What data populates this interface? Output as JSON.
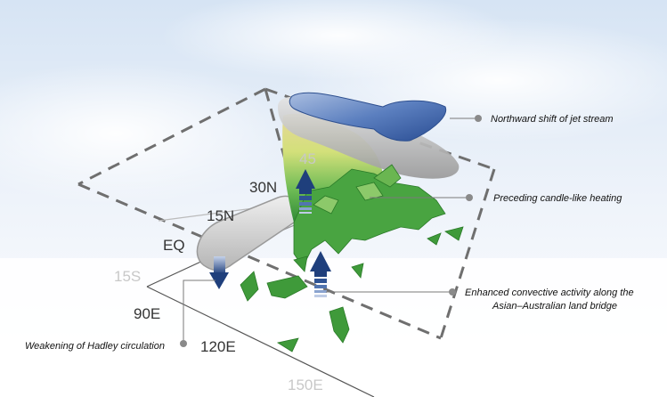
{
  "axis_labels": {
    "lat_45n": "45",
    "lat_30n": "30N",
    "lat_15n": "15N",
    "lat_eq": "EQ",
    "lat_15s": "15S",
    "lon_90e": "90E",
    "lon_120e": "120E",
    "lon_150e": "150E"
  },
  "annotations": {
    "jet_stream": "Northward shift of jet stream",
    "candle_heating": "Preceding candle-like heating",
    "convective_line1": "Enhanced convective activity along the",
    "convective_line2": "Asian–Australian land bridge",
    "hadley": "Weakening of Hadley circulation"
  },
  "colors": {
    "jet_stream": "#3d63a8",
    "land_green": "#3f9a3a",
    "heating_yellow": "#d9d46a",
    "hadley_grey": "#bcbcbc",
    "arrow_navy": "#1f3f7c",
    "dash_grey": "#6f6f6f"
  }
}
